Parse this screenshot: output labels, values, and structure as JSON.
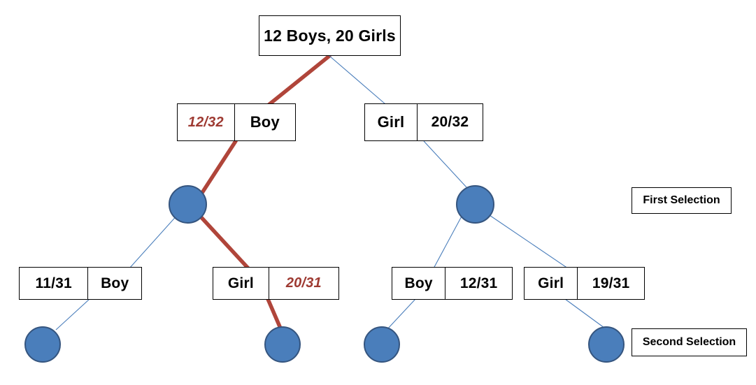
{
  "diagram": {
    "title_box": {
      "label": "12 Boys, 20 Girls"
    },
    "side_labels": [
      {
        "name": "first-selection",
        "label": "First Selection"
      },
      {
        "name": "second-selection",
        "label": "Second Selection"
      }
    ],
    "level1": [
      {
        "name": "boy-first",
        "left_cell": "12/32",
        "right_cell": "Boy",
        "highlight_cell": "left",
        "highlighted": true
      },
      {
        "name": "girl-first",
        "left_cell": "Girl",
        "right_cell": "20/32",
        "highlight_cell": "none",
        "highlighted": false
      }
    ],
    "level2": [
      {
        "name": "boy-boy",
        "left_cell": "11/31",
        "right_cell": "Boy",
        "highlight_cell": "none",
        "highlighted": false
      },
      {
        "name": "boy-girl",
        "left_cell": "Girl",
        "right_cell": "20/31",
        "highlight_cell": "right",
        "highlighted": true
      },
      {
        "name": "girl-boy",
        "left_cell": "Boy",
        "right_cell": "12/31",
        "highlight_cell": "none",
        "highlighted": false
      },
      {
        "name": "girl-girl",
        "left_cell": "Girl",
        "right_cell": "19/31",
        "highlight_cell": "none",
        "highlighted": false
      }
    ],
    "colors": {
      "highlight_path": "#b0453a",
      "normal_path": "#4a7ebb",
      "node_fill": "#4a7ebb",
      "node_border": "#35557f",
      "box_border": "#000000",
      "text": "#000000",
      "highlight_text": "#9e3a32"
    }
  }
}
